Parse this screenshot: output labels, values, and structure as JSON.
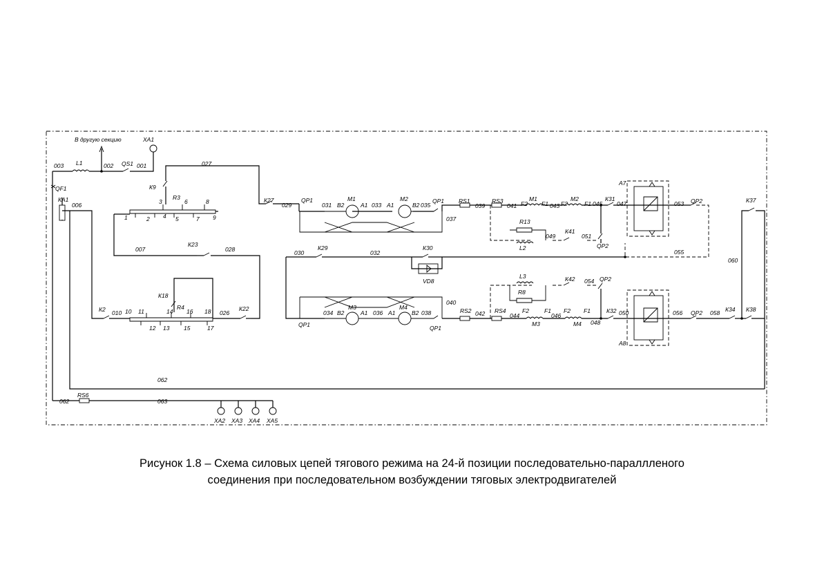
{
  "caption": {
    "line1": "Рисунок 1.8 – Схема силовых цепей тягового режима на 24-й позиции последовательно-параллленого",
    "line2": "соединения при последовательном возбуждении тяговых  электродвигателей"
  },
  "labels": {
    "to_other_section": "В другую секцию",
    "XA1": "ХА1",
    "L1": "L1",
    "QS1": "QS1",
    "QF1": "QF1",
    "KA1": "КА1",
    "K9": "К9",
    "R3": "R3",
    "K27": "К27",
    "K23": "К23",
    "K18": "К18",
    "R4": "R4",
    "K2": "К2",
    "K22": "К22",
    "K29": "К29",
    "K30": "К30",
    "VD8": "VD8",
    "QP1": "QP1",
    "QP2": "QP2",
    "M1": "М1",
    "M2": "М2",
    "M3": "М3",
    "M4": "М4",
    "A1": "А1",
    "B2": "В2",
    "F1": "F1",
    "F2": "F2",
    "RS1": "RS1",
    "RS2": "RS2",
    "RS3": "RS3",
    "RS4": "RS4",
    "RS6": "RS6",
    "R13": "R13",
    "R8": "R8",
    "L2": "L2",
    "L3": "L3",
    "K31": "К31",
    "K32": "К32",
    "K34": "К34",
    "K38": "К38",
    "K37": "К37",
    "K41": "К41",
    "K42": "К42",
    "A7": "А7",
    "A8": "А8",
    "XA2": "ХА2",
    "XA3": "ХА3",
    "XA4": "ХА4",
    "XA5": "ХА5",
    "n1": "1",
    "n2": "2",
    "n3": "3",
    "n4": "4",
    "n5": "5",
    "n6": "6",
    "n7": "7",
    "n8": "8",
    "n9": "9",
    "n10": "10",
    "n11": "11",
    "n12": "12",
    "n13": "13",
    "n14": "14",
    "n15": "15",
    "n16": "16",
    "n17": "17",
    "n18": "18"
  },
  "wires": {
    "w001": "001",
    "w002": "002",
    "w003": "003",
    "w006": "006",
    "w007": "007",
    "w010": "010",
    "w026": "026",
    "w027": "027",
    "w028": "028",
    "w029": "029",
    "w030": "030",
    "w031": "031",
    "w032": "032",
    "w033": "033",
    "w034": "034",
    "w035": "035",
    "w036": "036",
    "w037": "037",
    "w038": "038",
    "w039": "039",
    "w040": "040",
    "w041": "041",
    "w042": "042",
    "w043": "043",
    "w044": "044",
    "w045": "045",
    "w046": "046",
    "w047": "047",
    "w048": "048",
    "w049": "049",
    "w050": "050",
    "w051": "051",
    "w053": "053",
    "w054": "054",
    "w055": "055",
    "w056": "056",
    "w058": "058",
    "w060": "060",
    "w062": "062",
    "w063": "063"
  }
}
